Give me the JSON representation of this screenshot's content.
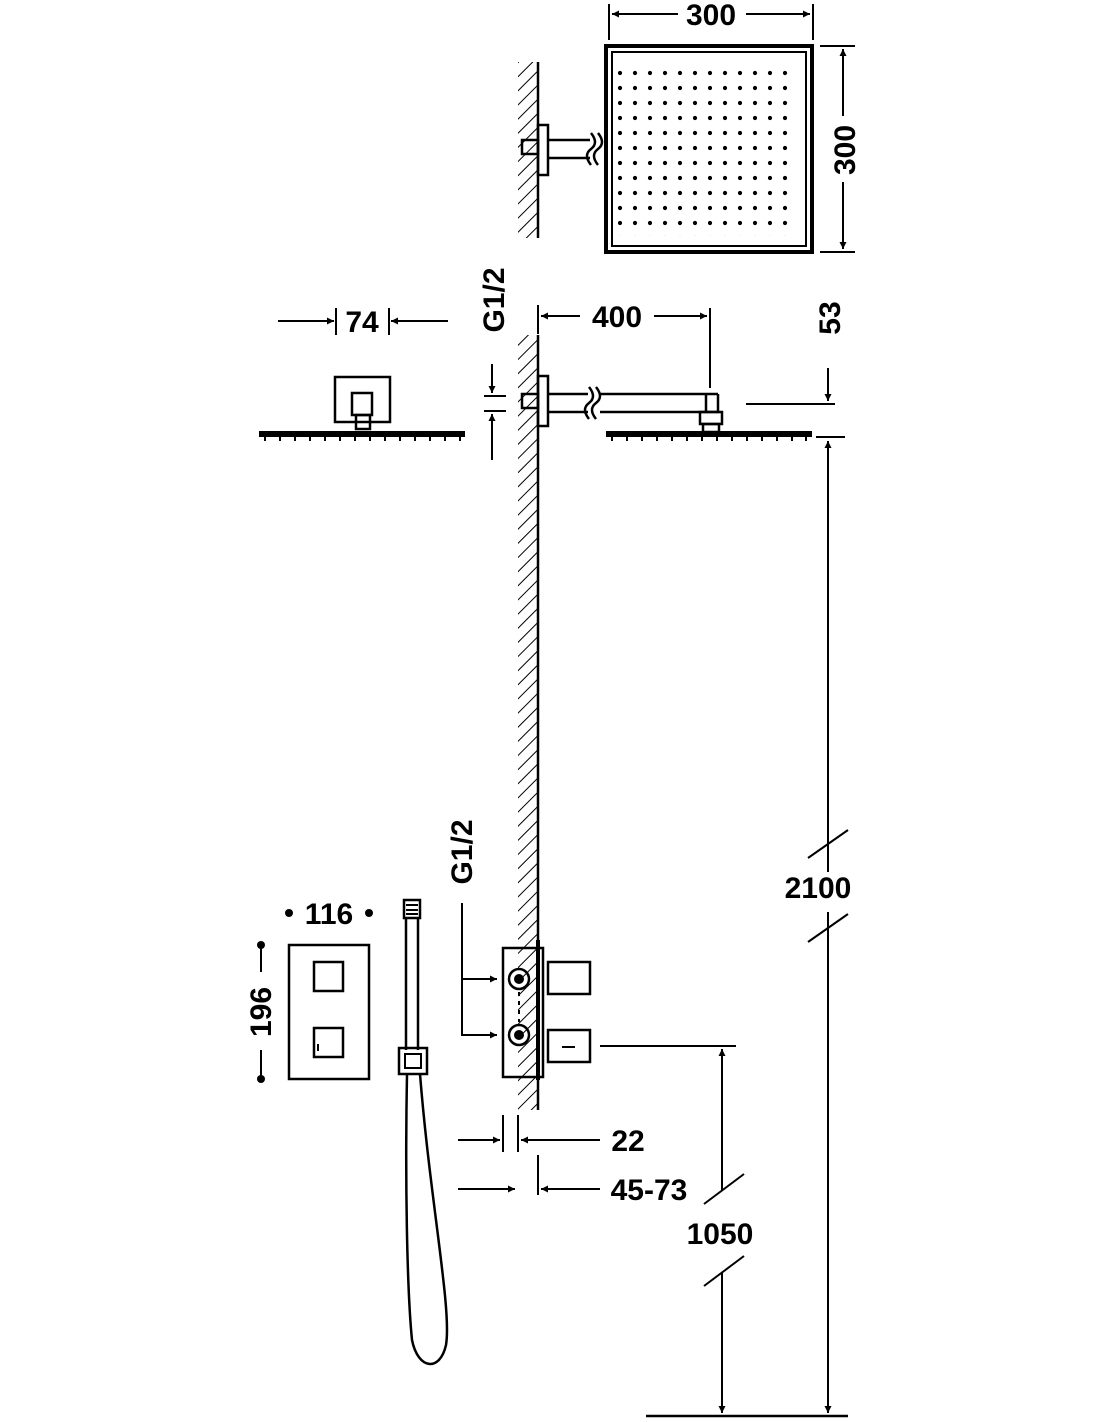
{
  "dimensions": {
    "head_width": "300",
    "head_height": "300",
    "arm_length": "400",
    "head_profile_width": "74",
    "outlet_thread_top": "G1/2",
    "head_depth": "53",
    "head_mount_height": "2100",
    "mixer_width": "116",
    "mixer_height": "196",
    "mixer_thread": "G1/2",
    "plate_offset": "22",
    "embed_depth": "45-73",
    "mixer_mount_height": "1050"
  }
}
